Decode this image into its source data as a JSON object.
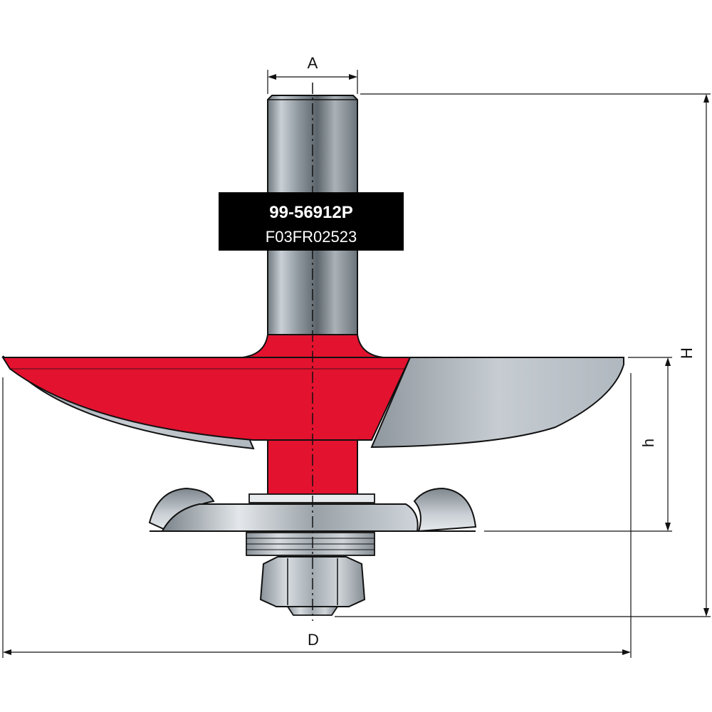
{
  "label": {
    "part_number": "99-56912P",
    "ref_code": "F03FR02523"
  },
  "dimensions": {
    "shank_diameter": "A",
    "total_height": "H",
    "cutting_height": "h",
    "cutting_diameter": "D"
  },
  "colors": {
    "body_red": "#e3122f",
    "steel_gray": "#9aa1a8",
    "label_black": "#000000"
  }
}
